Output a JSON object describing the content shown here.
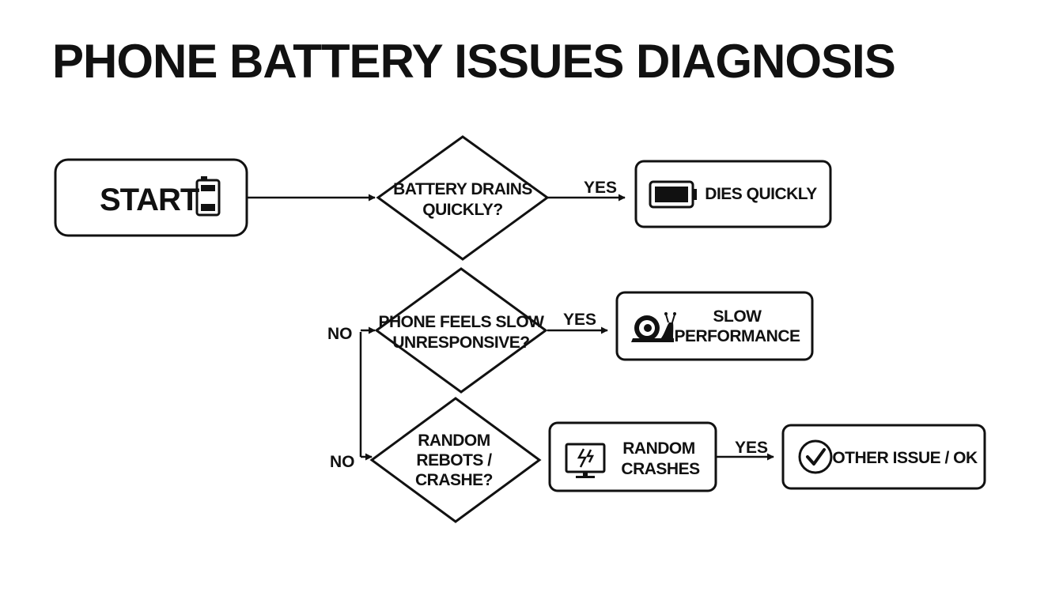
{
  "title": "PHONE BATTERY ISSUES DIAGNOSIS",
  "nodes": {
    "start": {
      "label": "START",
      "icon": "battery-icon"
    },
    "battery_drains": {
      "line1": "BATTERY DRAINS",
      "line2": "QUICKLY?"
    },
    "dies_quickly": {
      "label": "DIES QUICKLY",
      "icon": "battery-full-icon"
    },
    "feels_slow": {
      "line1": "PHONE FEELS SLOW",
      "line2": "UNRESPONSIVE?"
    },
    "slow_performance": {
      "line1": "SLOW",
      "line2": "PERFORMANCE",
      "icon": "snail-icon"
    },
    "random_reboots": {
      "line1": "RANDOM",
      "line2": "REBOTS /",
      "line3": "CRASHE?"
    },
    "random_crashes": {
      "line1": "RANDOM",
      "line2": "CRASHES",
      "icon": "broken-monitor-icon"
    },
    "other_issue": {
      "label": "OTHER ISSUE / OK",
      "icon": "checkmark-circle-icon"
    }
  },
  "edges": {
    "yes_1": "YES",
    "yes_2": "YES",
    "yes_3": "YES",
    "no_1": "NO",
    "no_2": "NO"
  },
  "colors": {
    "stroke": "#111111",
    "background": "#ffffff"
  }
}
